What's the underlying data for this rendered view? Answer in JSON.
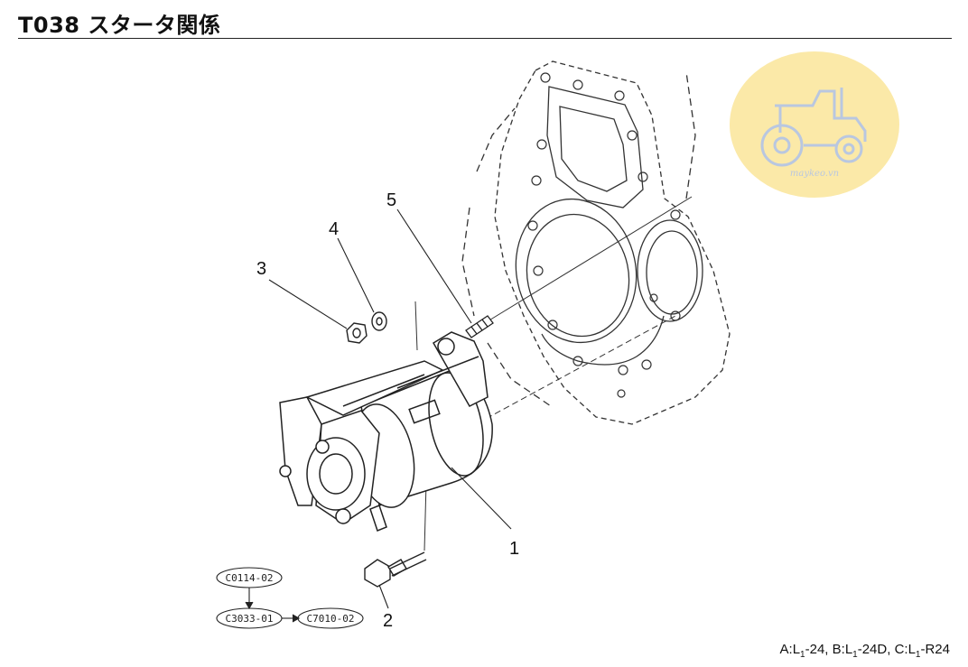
{
  "title": "T038 スタータ関係",
  "callouts": [
    {
      "id": "c1",
      "label": "1"
    },
    {
      "id": "c2",
      "label": "2"
    },
    {
      "id": "c3",
      "label": "3"
    },
    {
      "id": "c4",
      "label": "4"
    },
    {
      "id": "c5",
      "label": "5"
    }
  ],
  "references": [
    "C0114-02",
    "C3033-01",
    "C7010-02"
  ],
  "footer": {
    "a_prefix": "A:L",
    "a_sub": "1",
    "a_suffix": "-24,",
    "b_prefix": "B:L",
    "b_sub": "1",
    "b_suffix": "-24D,",
    "c_prefix": "C:L",
    "c_sub": "1",
    "c_suffix": "-R24"
  },
  "watermark": {
    "text": "maykeo.vn",
    "color": "#fbe9a8",
    "icon": "tractor-icon"
  }
}
